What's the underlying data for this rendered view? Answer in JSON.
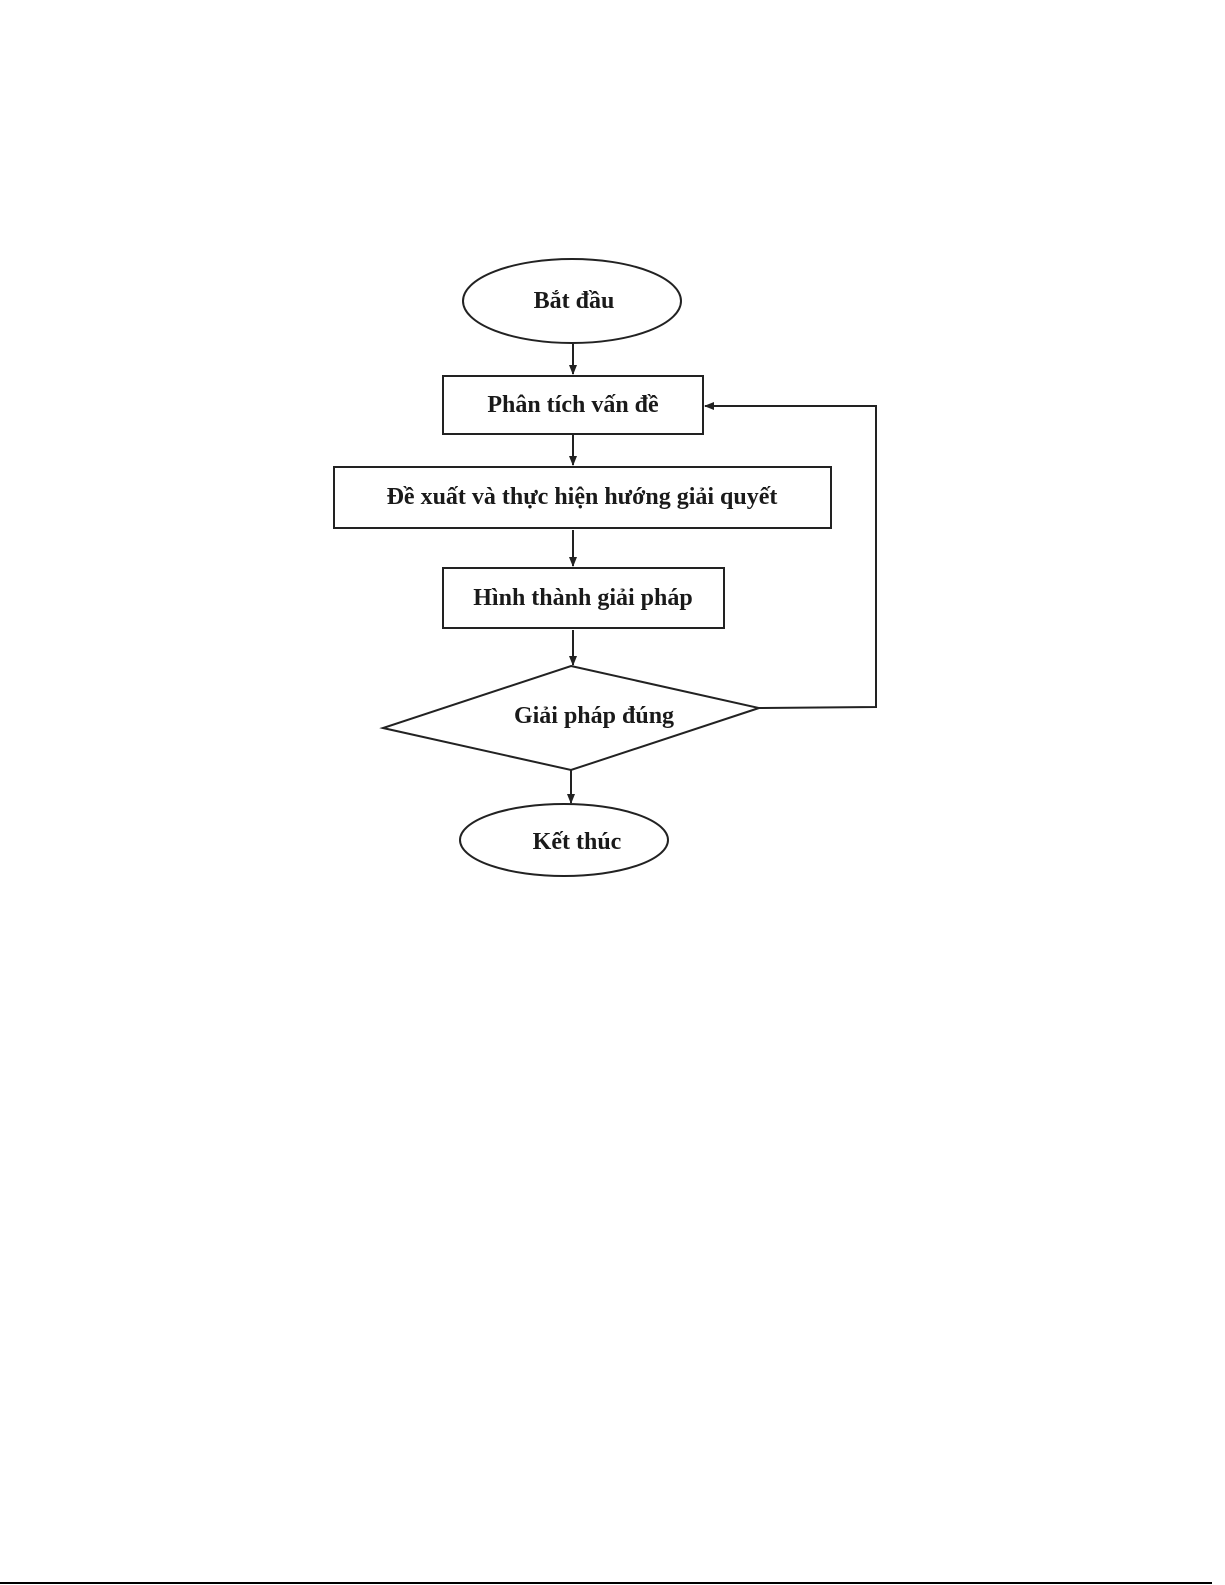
{
  "flowchart": {
    "start": "Bắt đầu",
    "step1": "Phân tích vấn đề",
    "step2": "Đề xuất và thực hiện hướng giải quyết",
    "step3": "Hình thành giải pháp",
    "decision": "Giải pháp đúng",
    "end": "Kết thúc"
  },
  "colors": {
    "stroke": "#222222",
    "background": "#ffffff"
  }
}
